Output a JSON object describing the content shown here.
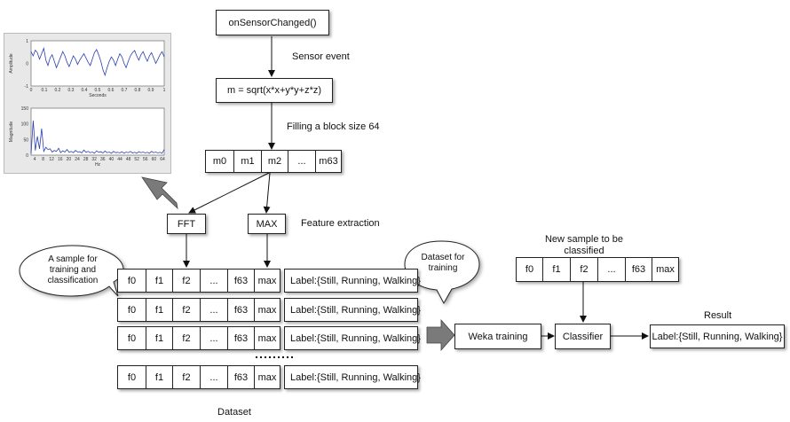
{
  "flow": {
    "on_sensor_changed": "onSensorChanged()",
    "sensor_event": "Sensor event",
    "magnitude_formula": "m = sqrt(x*x+y*y+z*z)",
    "filling_block": "Filling a block size 64",
    "block_cells": [
      "m0",
      "m1",
      "m2",
      "...",
      "m63"
    ],
    "fft": "FFT",
    "max": "MAX",
    "feature_extraction": "Feature extraction"
  },
  "callouts": {
    "sample_bubble": [
      "A sample for",
      "training and",
      "classification"
    ],
    "dataset_bubble": [
      "Dataset for",
      "training"
    ]
  },
  "dataset": {
    "row_cells": [
      "f0",
      "f1",
      "f2",
      "...",
      "f63",
      "max"
    ],
    "row_label": "Label:{Still, Running, Walking}",
    "title": "Dataset"
  },
  "classification": {
    "weka_training": "Weka training",
    "new_sample_title": [
      "New sample to be",
      "classified"
    ],
    "new_sample_cells": [
      "f0",
      "f1",
      "f2",
      "...",
      "f63",
      "max"
    ],
    "classifier": "Classifier",
    "result_title": "Result",
    "result_label": "Label:{Still, Running, Walking}"
  },
  "inset_plots": {
    "top": {
      "ylabel": "Amplitude",
      "xlabel": "Seconds",
      "xticks": [
        "0",
        "0.1",
        "0.2",
        "0.3",
        "0.4",
        "0.5",
        "0.6",
        "0.7",
        "0.8",
        "0.9",
        "1"
      ],
      "yticks": [
        "1",
        "0",
        "-1"
      ],
      "signal": [
        0.55,
        0.35,
        0.62,
        0.5,
        0.2,
        0.45,
        0.7,
        0.15,
        -0.1,
        0.25,
        0.4,
        0.1,
        -0.2,
        0.05,
        0.3,
        0.55,
        0.35,
        0.05,
        -0.15,
        0.1,
        0.35,
        0.2,
        -0.05,
        0.15,
        0.3,
        0.45,
        0.25,
        0.05,
        -0.1,
        0.2,
        0.5,
        0.65,
        0.4,
        0.1,
        -0.3,
        -0.55,
        -0.2,
        0.1,
        0.3,
        0.15,
        -0.1,
        0.2,
        0.45,
        0.3,
        0.0,
        -0.2,
        0.1,
        0.35,
        0.5,
        0.6,
        0.35,
        0.15,
        0.4,
        0.55,
        0.3,
        0.1,
        0.35,
        0.5,
        0.25,
        0.0,
        0.2,
        0.4,
        0.55,
        0.3
      ]
    },
    "bottom": {
      "ylabel": "Magnitude",
      "xlabel": "Hz",
      "xticks": [
        "4",
        "8",
        "12",
        "16",
        "20",
        "24",
        "28",
        "32",
        "36",
        "40",
        "44",
        "48",
        "52",
        "56",
        "60",
        "64"
      ],
      "yticks": [
        "150",
        "100",
        "50",
        "0"
      ],
      "spectrum": [
        5,
        110,
        15,
        60,
        20,
        85,
        12,
        25,
        18,
        20,
        10,
        15,
        12,
        22,
        8,
        14,
        10,
        18,
        9,
        12,
        8,
        15,
        10,
        11,
        7,
        16,
        9,
        12,
        8,
        10,
        6,
        14,
        9,
        11,
        7,
        13,
        8,
        10,
        6,
        12,
        8,
        9,
        7,
        11,
        6,
        10,
        8,
        12,
        7,
        9,
        6,
        11,
        8,
        10,
        7,
        9,
        6,
        12,
        8,
        10,
        7,
        9,
        6,
        18
      ]
    }
  }
}
